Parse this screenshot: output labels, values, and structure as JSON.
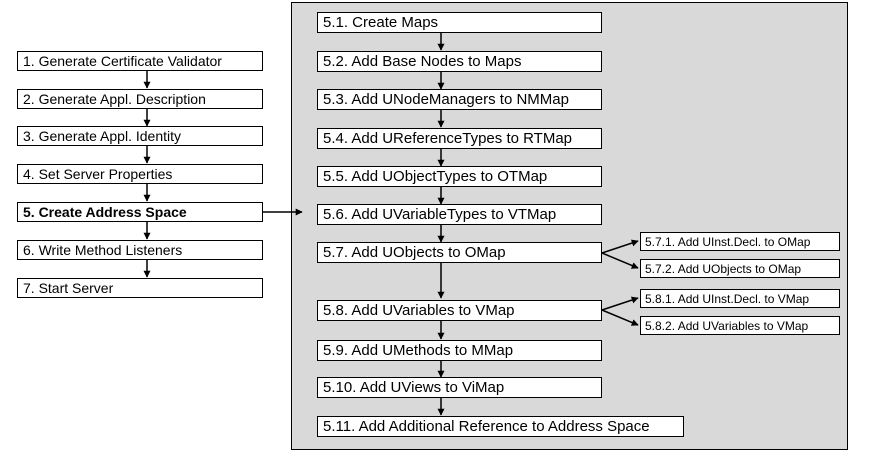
{
  "colors": {
    "panel": "#d9d9d9",
    "box": "#ffffff",
    "line": "#000000"
  },
  "left_steps": [
    {
      "id": "1",
      "label": "1. Generate Certificate Validator"
    },
    {
      "id": "2",
      "label": "2. Generate Appl. Description"
    },
    {
      "id": "3",
      "label": "3. Generate Appl. Identity"
    },
    {
      "id": "4",
      "label": "4. Set Server Properties"
    },
    {
      "id": "5",
      "label": "5. Create Address Space"
    },
    {
      "id": "6",
      "label": "6. Write Method Listeners"
    },
    {
      "id": "7",
      "label": "7. Start Server"
    }
  ],
  "address_space_steps": [
    {
      "id": "5.1",
      "label": "5.1. Create Maps"
    },
    {
      "id": "5.2",
      "label": "5.2. Add Base Nodes to Maps"
    },
    {
      "id": "5.3",
      "label": "5.3. Add UNodeManagers to NMMap"
    },
    {
      "id": "5.4",
      "label": "5.4. Add UReferenceTypes to RTMap"
    },
    {
      "id": "5.5",
      "label": "5.5. Add UObjectTypes to OTMap"
    },
    {
      "id": "5.6",
      "label": "5.6. Add UVariableTypes to VTMap"
    },
    {
      "id": "5.7",
      "label": "5.7. Add UObjects to OMap"
    },
    {
      "id": "5.8",
      "label": "5.8. Add UVariables to VMap"
    },
    {
      "id": "5.9",
      "label": "5.9. Add UMethods to MMap"
    },
    {
      "id": "5.10",
      "label": "5.10. Add UViews to ViMap"
    },
    {
      "id": "5.11",
      "label": "5.11. Add Additional Reference to Address Space"
    }
  ],
  "sub_steps": [
    {
      "id": "5.7.1",
      "label": "5.7.1. Add UInst.Decl. to OMap"
    },
    {
      "id": "5.7.2",
      "label": "5.7.2. Add UObjects to OMap"
    },
    {
      "id": "5.8.1",
      "label": "5.8.1. Add UInst.Decl. to VMap"
    },
    {
      "id": "5.8.2",
      "label": "5.8.2. Add UVariables to VMap"
    }
  ]
}
